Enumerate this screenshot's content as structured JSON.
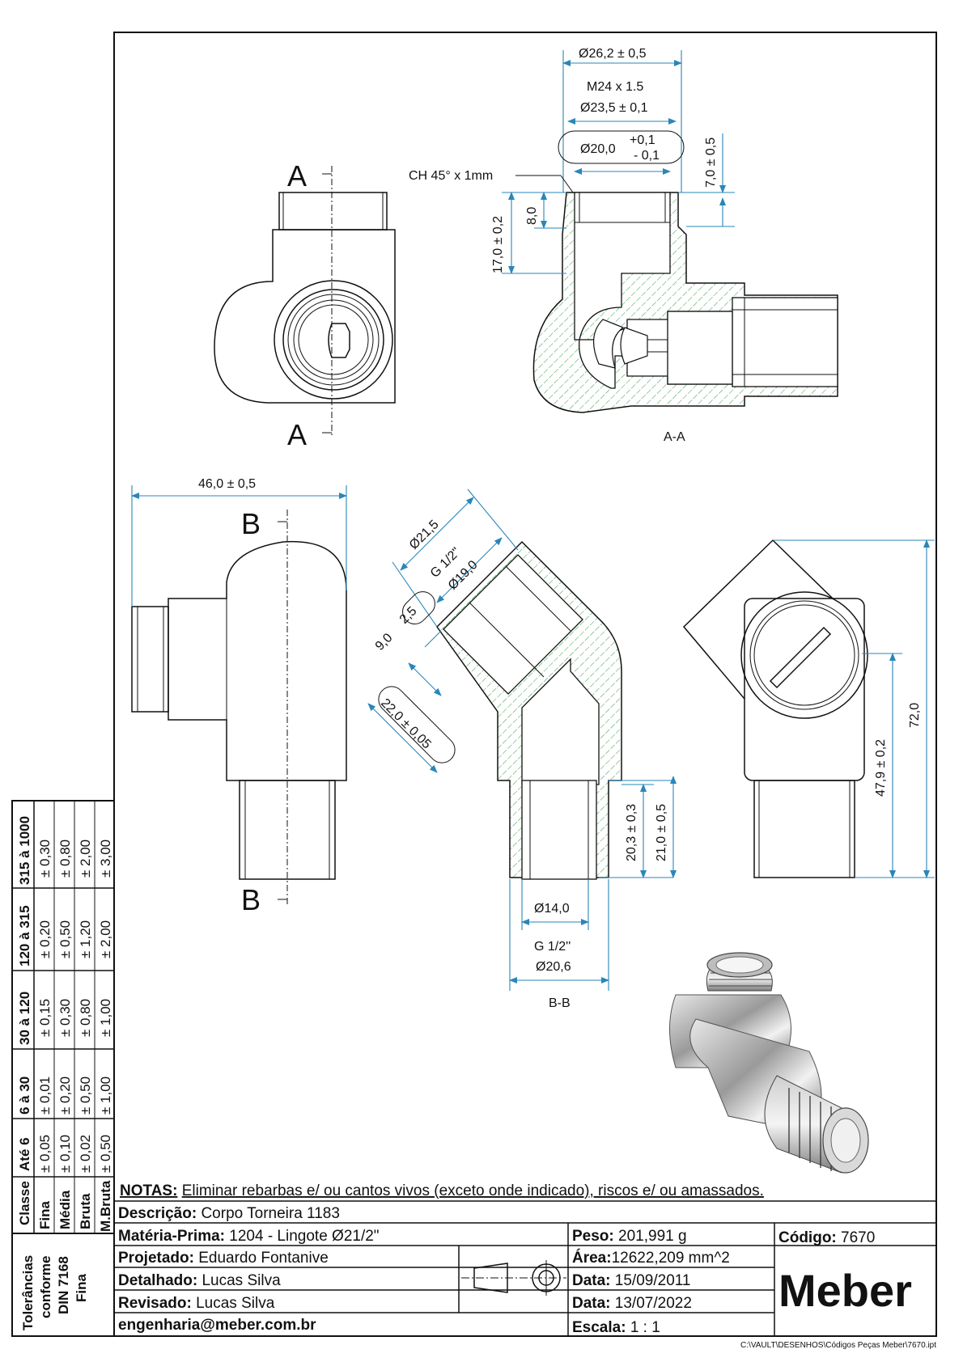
{
  "sections": {
    "aa_marker": "A",
    "aa_label": "A-A",
    "bb_marker": "B",
    "bb_label": "B-B"
  },
  "dimensions": {
    "d_26_2": "Ø26,2 ± 0,5",
    "m24": "M24 x 1.5",
    "d_23_5": "Ø23,5 ± 0,1",
    "d_20": "Ø20,0",
    "tol_plus": "+0,1",
    "tol_minus": "- 0,1",
    "len_7": "7,0 ± 0,5",
    "chamfer": "CH 45° x 1mm",
    "len_8": "8,0",
    "len_17": "17,0 ± 0,2",
    "len_46": "46,0 ± 0,5",
    "d_21_5": "Ø21,5",
    "g_half_1": "G 1/2\"",
    "d_19": "Ø19,0",
    "len_2_5": "2,5",
    "len_9": "9,0",
    "len_22": "22,0 ± 0,05",
    "len_20_3": "20,3 ± 0,3",
    "len_21": "21,0 ± 0,5",
    "d_14": "Ø14,0",
    "g_half_2": "G 1/2''",
    "d_20_6": "Ø20,6",
    "len_47_9": "47,9 ± 0,2",
    "len_72": "72,0"
  },
  "tolerances": {
    "title": "Tolerâncias conforme DIN 7168 Fina",
    "title_lines": [
      "Tolerâncias",
      "conforme",
      "DIN 7168",
      "Fina"
    ],
    "header_label": "Classe",
    "class_names": [
      "Fina",
      "Média",
      "Bruta",
      "M.Bruta"
    ],
    "ranges": [
      {
        "range": "Até 6",
        "values": [
          "± 0,05",
          "± 0,10",
          "± 0,02",
          "± 0,50"
        ]
      },
      {
        "range": "6 à 30",
        "values": [
          "± 0,01",
          "± 0,20",
          "± 0,50",
          "± 1,00"
        ]
      },
      {
        "range": "30 à 120",
        "values": [
          "± 0,15",
          "± 0,30",
          "± 0,80",
          "± 1,00"
        ]
      },
      {
        "range": "120 à 315",
        "values": [
          "± 0,20",
          "± 0,50",
          "± 1,20",
          "± 2,00"
        ]
      },
      {
        "range": "315 à 1000",
        "values": [
          "± 0,30",
          "± 0,80",
          "± 2,00",
          "± 3,00"
        ]
      }
    ]
  },
  "title_block": {
    "notes_label": "NOTAS:",
    "notes_text": "Eliminar rebarbas e/ ou cantos vivos (exceto onde indicado), riscos e/ ou amassados.",
    "descricao_label": "Descrição:",
    "descricao_value": "Corpo Torneira 1183",
    "materia_label": "Matéria-Prima:",
    "materia_value": "1204 - Lingote Ø21/2\"",
    "peso_label": "Peso:",
    "peso_value": "201,991 g",
    "codigo_label": "Código:",
    "codigo_value": "7670",
    "projetado_label": "Projetado:",
    "projetado_value": "Eduardo Fontanive",
    "area_label": "Área:",
    "area_value": "12622,209 mm^2",
    "detalhado_label": "Detalhado:",
    "detalhado_value": "Lucas Silva",
    "data1_label": "Data:",
    "data1_value": "15/09/2011",
    "revisado_label": "Revisado:",
    "revisado_value": "Lucas Silva",
    "data2_label": "Data:",
    "data2_value": "13/07/2022",
    "email": "engenharia@meber.com.br",
    "escala_label": "Escala:",
    "escala_value": "1 : 1",
    "logo": "Meber",
    "file_path": "C:\\VAULT\\DESENHOS\\Códigos Peças Meber\\7670.ipt"
  }
}
